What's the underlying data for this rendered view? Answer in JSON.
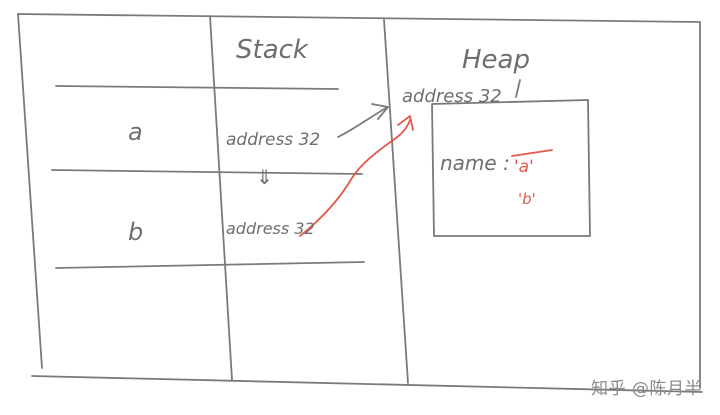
{
  "columns": {
    "stack_title": "Stack",
    "heap_title": "Heap"
  },
  "variables": [
    {
      "name": "a",
      "value": "address 32"
    },
    {
      "name": "b",
      "value": "address 32"
    }
  ],
  "copy_marker": "⇓",
  "heap": {
    "address_label": "address 32",
    "object_field": "name :",
    "old_value": "'a'",
    "new_value": "'b'"
  },
  "colors": {
    "pencil": "#6e6e6e",
    "edit": "#e5594a"
  },
  "watermark": "知乎 @陈月半"
}
